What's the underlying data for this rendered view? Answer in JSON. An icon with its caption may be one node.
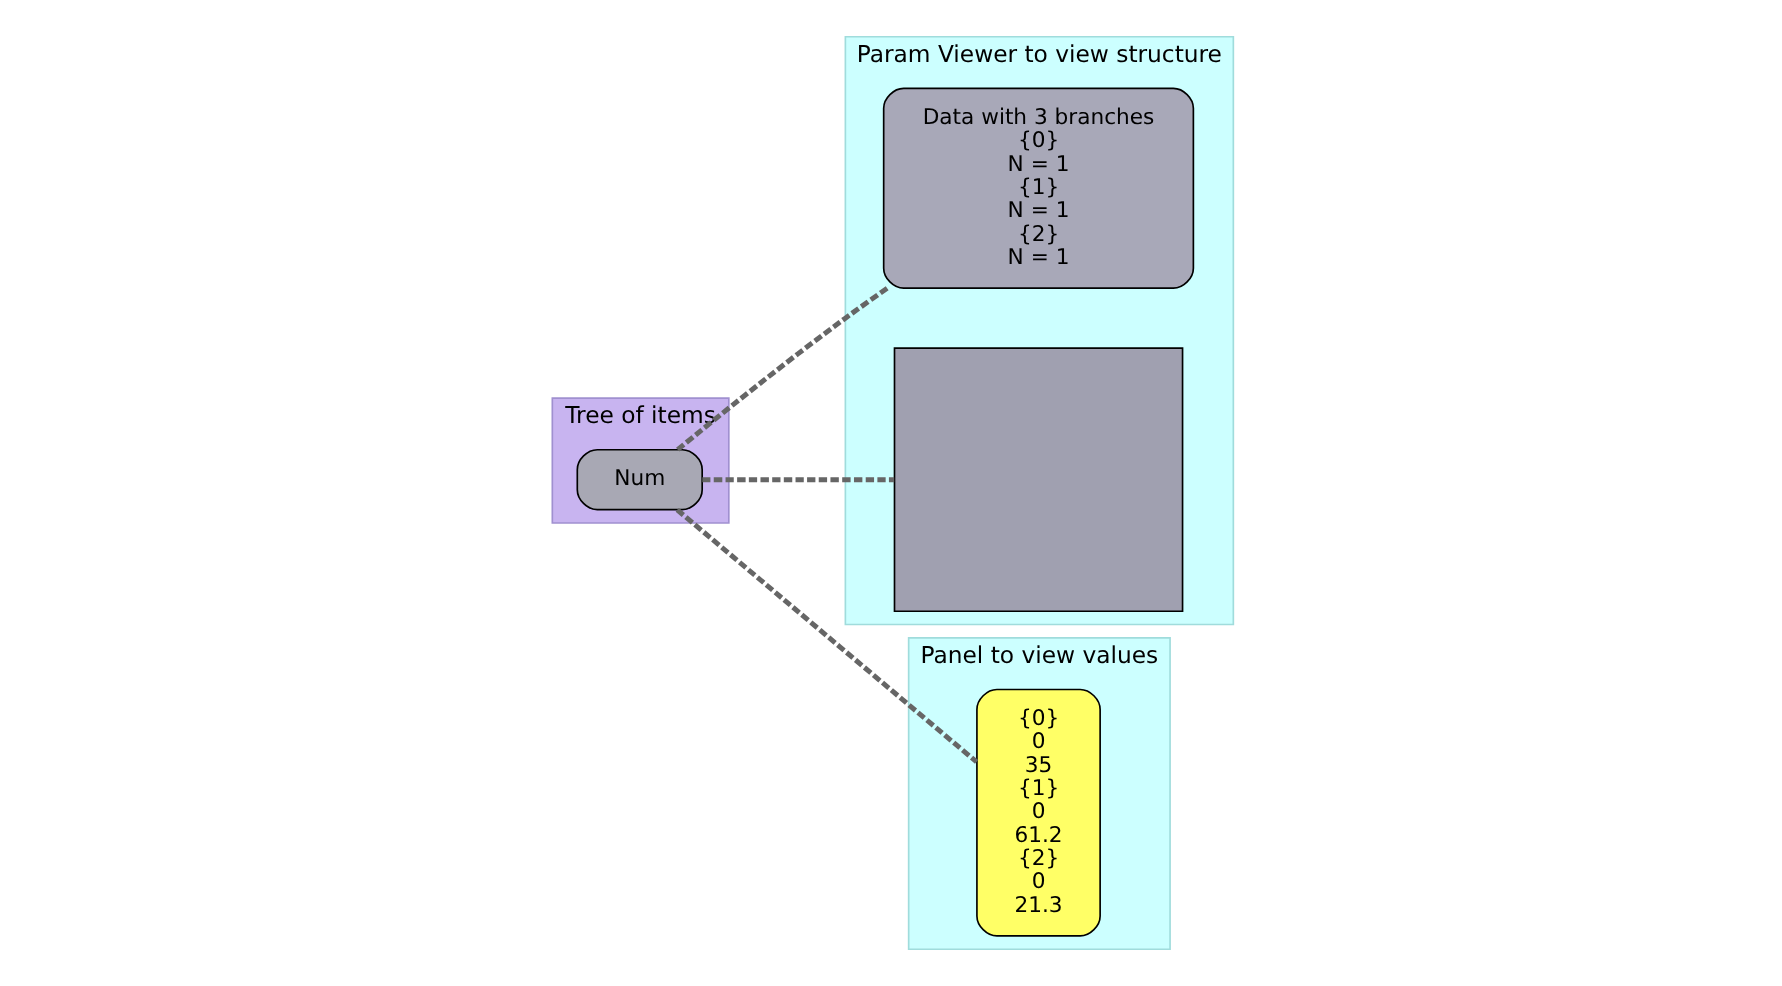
{
  "diagram": {
    "nodes": [
      {
        "text": [
          "Tree of items"
        ]
      },
      {
        "text": [
          "Num"
        ],
        "in": 0
      },
      {
        "text": [
          "Param Viewer to view structure"
        ]
      },
      {
        "text": [
          "Data with 3 branches",
          "{0}",
          "N = 1",
          "{1}",
          "N = 1",
          "{2}",
          "N = 1"
        ],
        "in": 2
      },
      {
        "text": [],
        "shape": "box",
        "in": 2
      },
      {
        "text": [
          "Panel to view values"
        ]
      },
      {
        "text": [
          "{0}",
          "0",
          "35",
          "{1}",
          "0",
          "61.2",
          "{2}",
          "0",
          "21.3"
        ],
        "in": 5
      }
    ],
    "edges": [
      {
        "from": 1,
        "to": 3,
        "arrow": "none",
        "style": "dashed"
      },
      {
        "from": 1,
        "to": 4,
        "arrow": "none",
        "style": "dashed"
      },
      {
        "from": 1,
        "to": 6,
        "arrow": "none",
        "style": "dashed"
      }
    ]
  }
}
